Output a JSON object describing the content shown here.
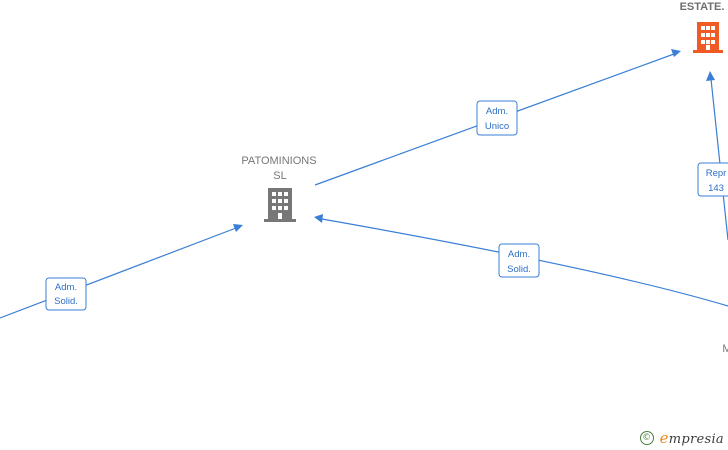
{
  "nodes": {
    "top_right": {
      "title": "ESTATE.",
      "icon": "building-icon",
      "color": "#f05a24"
    },
    "center": {
      "title_line1": "PATOMINIONS",
      "title_line2": "SL",
      "icon": "building-icon",
      "color": "#777777"
    },
    "right_partial": {
      "title": "M"
    }
  },
  "edges": {
    "left_to_center": {
      "line1": "Adm.",
      "line2": "Solid."
    },
    "center_to_top": {
      "line1": "Adm.",
      "line2": "Unico"
    },
    "right_to_center": {
      "line1": "Adm.",
      "line2": "Solid."
    },
    "right_to_top": {
      "line1": "Repr",
      "line2": "143"
    }
  },
  "footer": {
    "copyright": "©",
    "brand_initial": "e",
    "brand_rest": "mpresia"
  },
  "colors": {
    "edge": "#3a7fd5",
    "accent_node": "#f05a24",
    "neutral_node": "#777777"
  }
}
